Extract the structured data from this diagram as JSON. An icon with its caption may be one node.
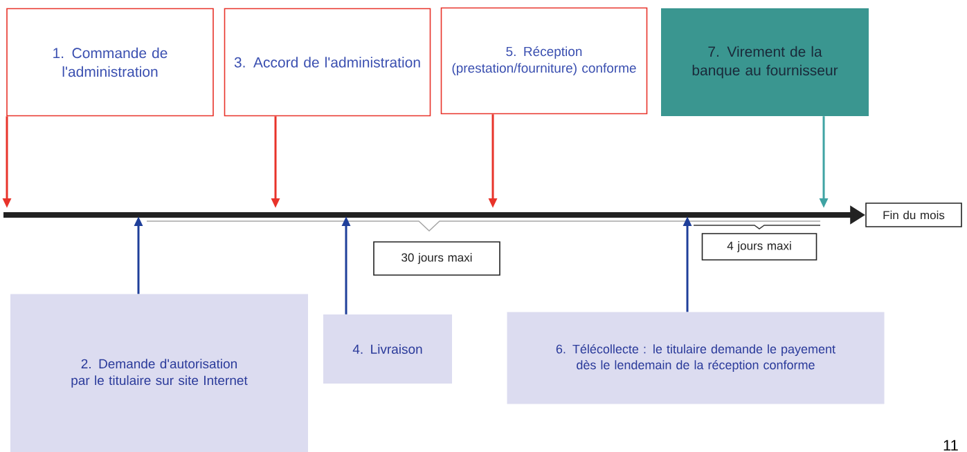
{
  "diagram": {
    "nodes": [
      {
        "text": [
          "1. Commande de l'administration"
        ]
      },
      {
        "text": [
          "3. Accord de l'administration"
        ]
      },
      {
        "text": [
          "5. Réception (prestation/fourniture) conforme"
        ]
      },
      {
        "text": [
          "7. Virement de la banque au fournisseur"
        ]
      },
      {
        "text": [
          "2. Demande d'autorisation par le titulaire sur site Internet"
        ]
      },
      {
        "text": [
          "4. Livraison"
        ]
      },
      {
        "text": [
          "6. Télécollecte : le titulaire demande le payement dès le lendemain de la réception conforme"
        ]
      },
      {
        "text": [
          "Fin du mois"
        ]
      },
      {
        "text": [
          "30 jours maxi"
        ]
      },
      {
        "text": [
          "4 jours maxi"
        ]
      }
    ],
    "edges": [
      {
        "from": 0,
        "to": null,
        "arrow": "to",
        "color": "#e8332a"
      },
      {
        "from": 1,
        "to": null,
        "arrow": "to",
        "color": "#e8332a"
      },
      {
        "from": 2,
        "to": null,
        "arrow": "to",
        "color": "#e8332a"
      },
      {
        "from": 3,
        "to": null,
        "arrow": "to",
        "color": "#3fa3a3"
      },
      {
        "from": null,
        "to": 7,
        "arrow": "to",
        "style": "thick",
        "color": "#222222"
      },
      {
        "from": 4,
        "to": null,
        "arrow": "to",
        "color": "#1f3f9a"
      },
      {
        "from": 5,
        "to": null,
        "arrow": "to",
        "color": "#1f3f9a"
      },
      {
        "from": 6,
        "to": null,
        "arrow": "to",
        "color": "#1f3f9a"
      }
    ],
    "labels": [
      "11"
    ]
  }
}
